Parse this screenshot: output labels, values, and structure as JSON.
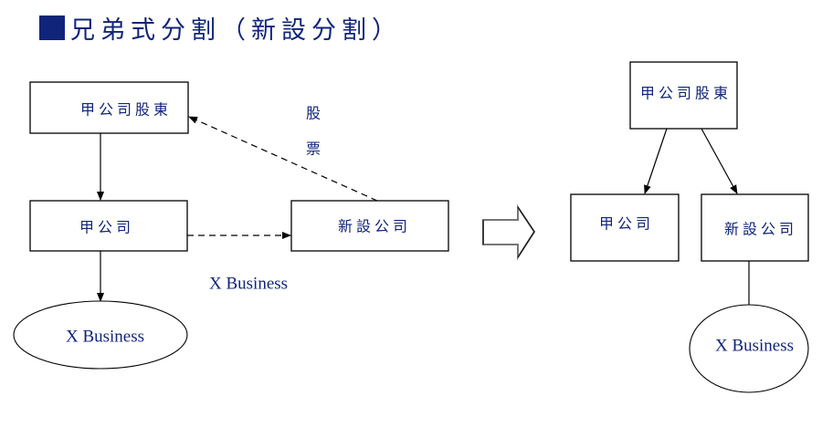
{
  "slide": {
    "title": "兄弟式分割（新設分割）",
    "bullet_icon": "square-bullet-icon",
    "accent_color": "#10247a",
    "text_color": "#10247a",
    "line_color": "#000000",
    "block_arrow_color": "#777777"
  },
  "before": {
    "shareholders_box": {
      "label": "甲公司股東"
    },
    "company_box": {
      "label": "甲公司"
    },
    "new_company_box": {
      "label": "新設公司"
    },
    "business_ellipse": {
      "label": "X Business"
    },
    "transfer_label": "X Business",
    "shares_label": {
      "char1": "股",
      "char2": "票"
    },
    "edges": [
      {
        "from": "甲公司股東",
        "to": "甲公司",
        "style": "solid",
        "arrow": true
      },
      {
        "from": "甲公司",
        "to": "X Business",
        "style": "solid",
        "arrow": true
      },
      {
        "from": "甲公司",
        "to": "新設公司",
        "style": "dashed",
        "arrow": true,
        "label": "X Business"
      },
      {
        "from": "新設公司",
        "to": "甲公司股東",
        "style": "dashed",
        "arrow": true,
        "label": "股票"
      }
    ]
  },
  "transition_arrow": {
    "icon": "right-block-arrow-icon"
  },
  "after": {
    "shareholders_box": {
      "label": "甲公司股東"
    },
    "company_box": {
      "label": "甲公司"
    },
    "new_company_box": {
      "label": "新設公司"
    },
    "business_ellipse": {
      "label": "X Business"
    },
    "edges": [
      {
        "from": "甲公司股東",
        "to": "甲公司",
        "style": "solid",
        "arrow": true
      },
      {
        "from": "甲公司股東",
        "to": "新設公司",
        "style": "solid",
        "arrow": true
      },
      {
        "from": "新設公司",
        "to": "X Business",
        "style": "solid",
        "arrow": false
      }
    ]
  }
}
